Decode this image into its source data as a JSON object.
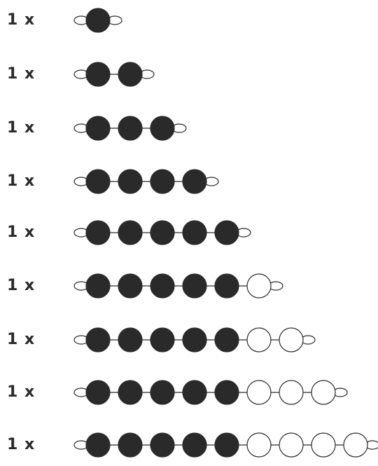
{
  "colors": {
    "dark_bead": "#2a2a2a",
    "light_bead": "#ffffff",
    "outline": "#2a2a2a",
    "label": "#2a2a2a"
  },
  "rows": [
    {
      "label": "1 x",
      "dark_beads": 1,
      "light_beads": 0
    },
    {
      "label": "1 x",
      "dark_beads": 2,
      "light_beads": 0
    },
    {
      "label": "1 x",
      "dark_beads": 3,
      "light_beads": 0
    },
    {
      "label": "1 x",
      "dark_beads": 4,
      "light_beads": 0
    },
    {
      "label": "1 x",
      "dark_beads": 5,
      "light_beads": 0
    },
    {
      "label": "1 x",
      "dark_beads": 5,
      "light_beads": 1
    },
    {
      "label": "1 x",
      "dark_beads": 5,
      "light_beads": 2
    },
    {
      "label": "1 x",
      "dark_beads": 5,
      "light_beads": 3
    },
    {
      "label": "1 x",
      "dark_beads": 5,
      "light_beads": 4
    }
  ]
}
